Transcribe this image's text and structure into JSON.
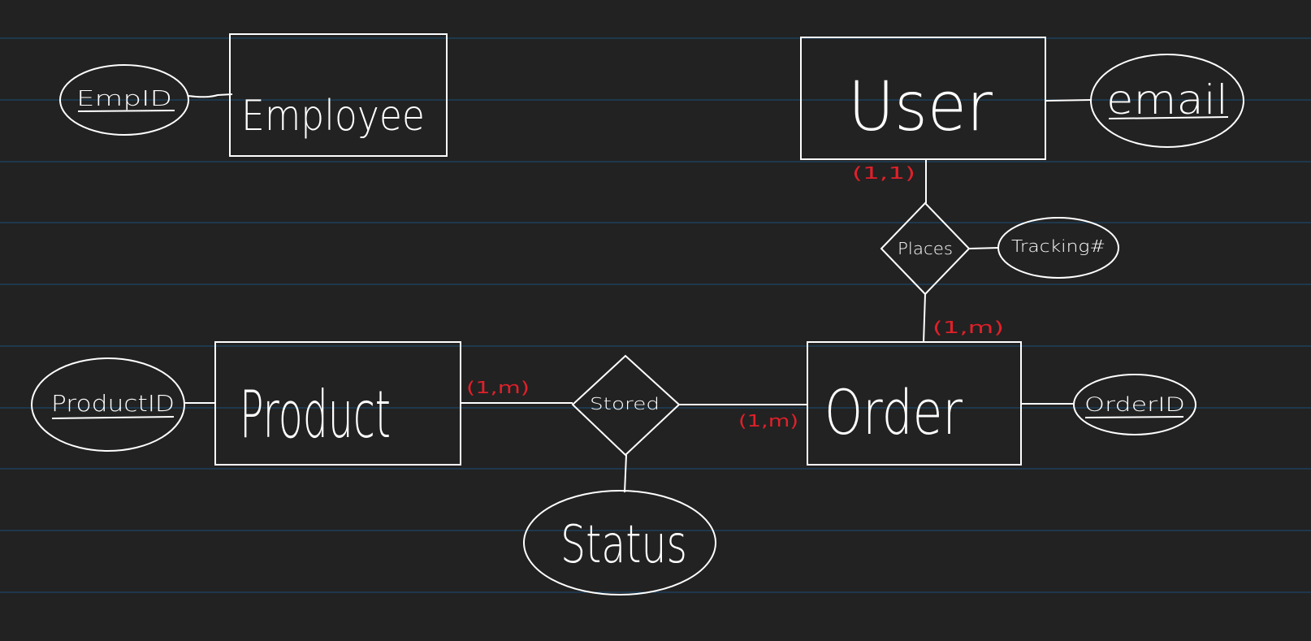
{
  "colors": {
    "background": "#222222",
    "ruled_line": "#1b4d78",
    "ink": "#ffffff",
    "cardinality": "#e0202a"
  },
  "entities": {
    "employee": "Employee",
    "user": "User",
    "product": "Product",
    "order": "Order"
  },
  "relationships": {
    "places": "Places",
    "stored": "Stored"
  },
  "attributes": {
    "empid": "EmpID",
    "email": "email",
    "tracking": "Tracking#",
    "productid": "ProductID",
    "orderid": "OrderID",
    "status": "Status"
  },
  "cardinalities": {
    "user_places": "(1,1)",
    "order_places": "(1,m)",
    "product_stored": "(1,m)",
    "order_stored": "(1,m)"
  }
}
